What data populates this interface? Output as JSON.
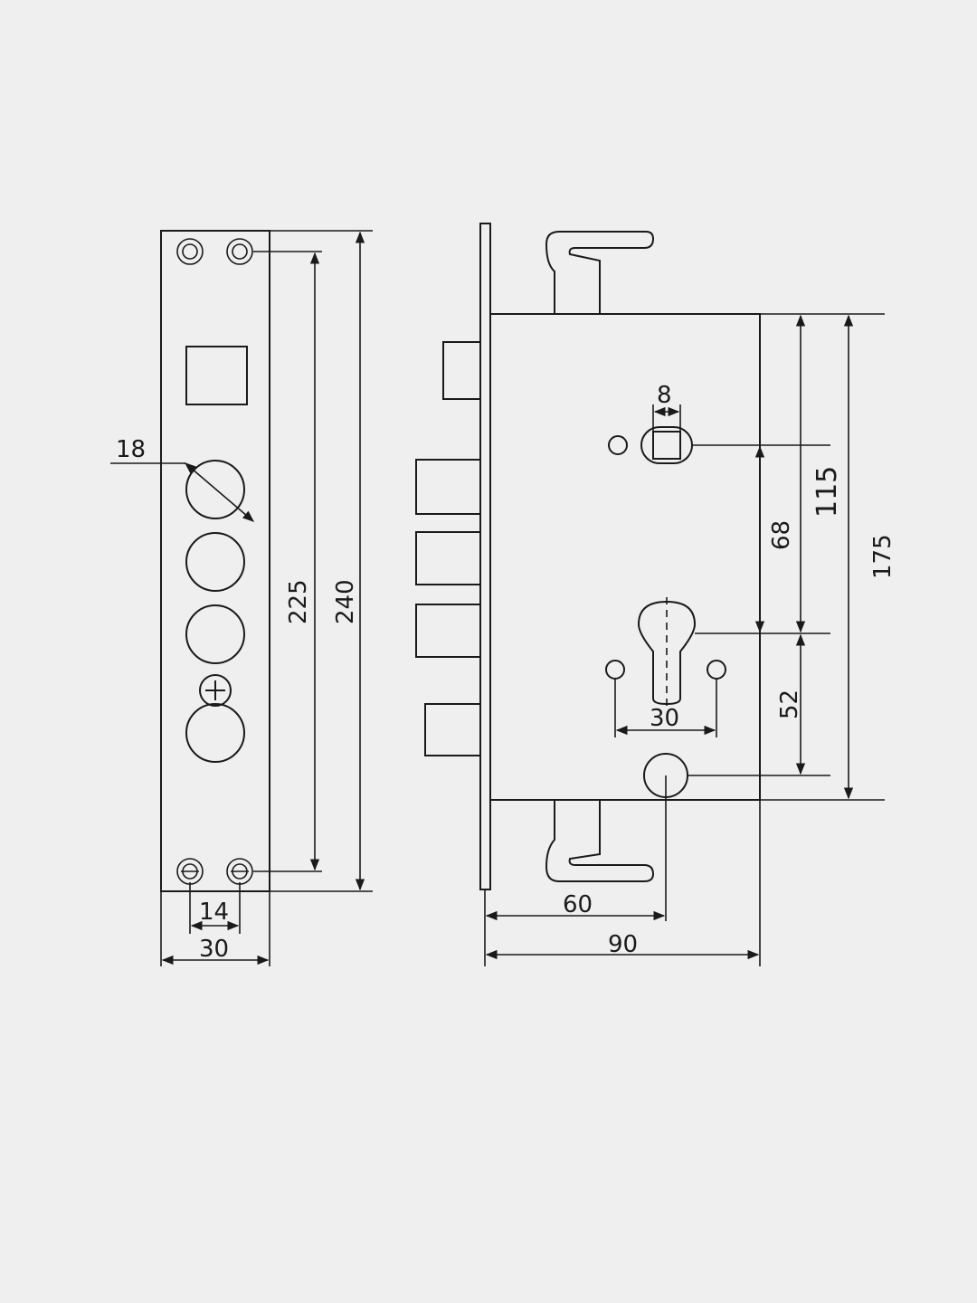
{
  "dimensions": {
    "strike_hole_diameter": "18",
    "strike_height_225": "225",
    "strike_height_240": "240",
    "strike_screw_spacing": "14",
    "strike_width": "30",
    "spindle_width": "8",
    "lock_height_115": "115",
    "lock_height_175": "175",
    "center_distance_68": "68",
    "lower_offset_52": "52",
    "cylinder_screw_spacing": "30",
    "backset": "60",
    "body_depth": "90"
  },
  "colors": {
    "background": "#efefef",
    "line": "#1a1a1a"
  }
}
